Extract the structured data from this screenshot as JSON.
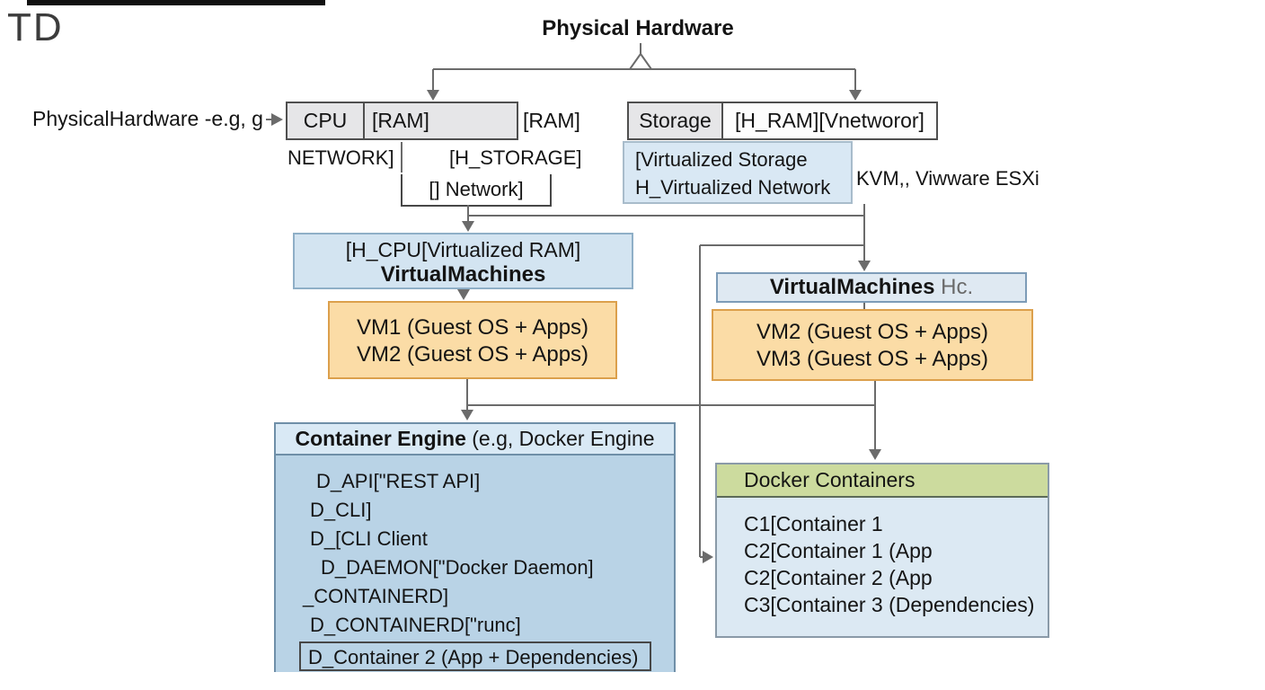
{
  "page": {
    "td": "TD",
    "title": "Physical Hardware",
    "left_label": "PhysicalHardware -e.g, g"
  },
  "hw_row": {
    "cpu": "CPU",
    "ram_cell": "[RAM]",
    "ram_free": "[RAM]",
    "storage": "Storage",
    "hram": "[H_RAM][Vnetworor]"
  },
  "row2": {
    "network": "NETWORK]",
    "h_storage": "[H_STORAGE]",
    "network_bracket": "[] Network]"
  },
  "virt_storage_box": {
    "line1": "[Virtualized Storage",
    "line2": "H_Virtualized Network"
  },
  "hypervisor_label": "KVM,, Viwware ESXi",
  "vm_left": {
    "line1": "[H_CPU[Virtualized RAM]",
    "line2": "VirtualMachines"
  },
  "vm_list_left": {
    "line1": "VM1 (Guest OS + Apps)",
    "line2": "VM2 (Guest OS + Apps)"
  },
  "vm_right": {
    "bold": "VirtualMachines",
    "suffix": " Hc."
  },
  "vm_list_right": {
    "line1": "VM2 (Guest OS + Apps)",
    "line2": "VM3 (Guest OS + Apps)"
  },
  "container_engine": {
    "header_bold": "Container Engine",
    "header_rest": " (e.g, Docker Engine",
    "items": [
      "D_API[\"REST API]",
      "D_CLI]",
      "D_[CLI Client",
      "D_DAEMON[\"Docker Daemon]",
      "_CONTAINERD]",
      "D_CONTAINERD[\"runc]"
    ],
    "boxed_item": "D_Container 2 (App + Dependencies)"
  },
  "docker_containers": {
    "header": "Docker Containers",
    "items": [
      "C1[Container 1",
      "C2[Container 1 (App",
      "C2[Container 2 (App",
      "C3[Container 3 (Dependencies)"
    ]
  },
  "colors": {
    "header_blue": "#d9e9f5",
    "engine_body_blue": "#b9d3e6",
    "vm_blue": "#d3e4f1",
    "orange": "#fbdca6",
    "orange_border": "#dca04c",
    "green_header": "#ccdb9e",
    "docker_body_blue": "#dce9f3",
    "gray_cell": "#e6e6e8",
    "connector_gray": "#6b6b6b"
  }
}
